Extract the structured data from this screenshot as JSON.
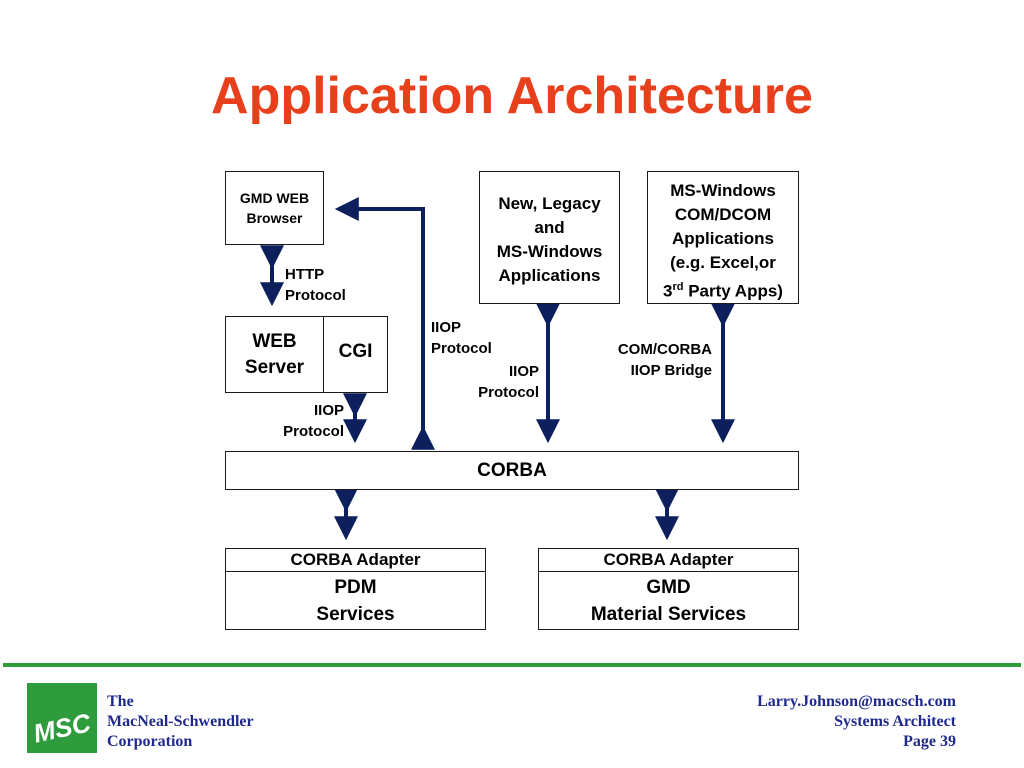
{
  "title": "Application Architecture",
  "boxes": {
    "gmd_web_browser": [
      "GMD WEB",
      "Browser"
    ],
    "new_legacy": [
      "New, Legacy",
      "and",
      "MS-Windows",
      "Applications"
    ],
    "ms_windows_com": {
      "lines": [
        "MS-Windows",
        "COM/DCOM",
        "Applications",
        "(e.g. Excel,or"
      ],
      "last_pre": "3",
      "last_sup": "rd",
      "last_post": " Party Apps)"
    },
    "web_server": [
      "WEB",
      "Server"
    ],
    "cgi": "CGI",
    "corba": "CORBA",
    "pdm": {
      "header": "CORBA Adapter",
      "lines": [
        "PDM",
        "Services"
      ]
    },
    "gmd": {
      "header": "CORBA Adapter",
      "lines": [
        "GMD",
        "Material Services"
      ]
    }
  },
  "labels": {
    "http": [
      "HTTP",
      "Protocol"
    ],
    "iiop_left": [
      "IIOP",
      "Protocol"
    ],
    "iiop_mid_top": [
      "IIOP",
      "Protocol"
    ],
    "iiop_mid": [
      "IIOP",
      "Protocol"
    ],
    "com_corba": [
      "COM/CORBA",
      "IIOP Bridge"
    ]
  },
  "footer": {
    "logo_text": "MSC",
    "company": [
      "The",
      "MacNeal-Schwendler",
      "Corporation"
    ],
    "contact": [
      "Larry.Johnson@macsch.com",
      "Systems Architect",
      "Page 39"
    ]
  },
  "colors": {
    "title": "#e8401c",
    "arrow": "#0d1f5c",
    "footer_text": "#1f2a8c",
    "footer_line": "#2f9a3a",
    "logo": "#2e9b3c"
  }
}
